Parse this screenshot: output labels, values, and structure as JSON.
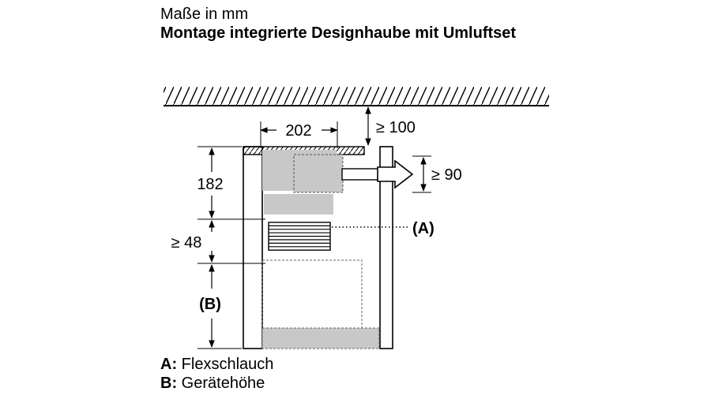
{
  "header": {
    "subtitle": "Maße in mm",
    "title": "Montage integrierte Designhaube mit Umluftset"
  },
  "dimensions": {
    "width_top": "202",
    "ceiling_gap": "≥ 100",
    "side_gap": "≥ 90",
    "height_upper": "182",
    "height_hose": "≥ 48",
    "height_device": "(B)"
  },
  "callouts": {
    "hose": "(A)"
  },
  "legend": [
    {
      "key": "A:",
      "text": "Flexschlauch"
    },
    {
      "key": "B:",
      "text": "Gerätehöhe"
    }
  ],
  "colors": {
    "line": "#000000",
    "fill_gray": "#c8c8c8",
    "background": "#ffffff"
  }
}
